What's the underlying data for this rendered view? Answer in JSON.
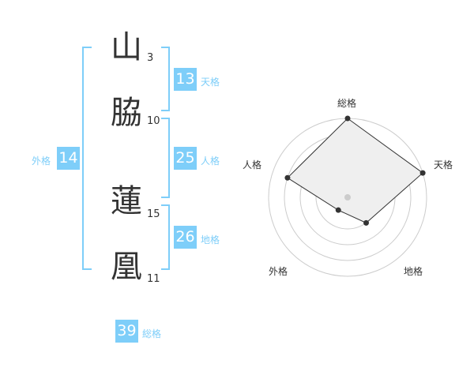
{
  "name_chars": [
    {
      "char": "山",
      "strokes": "3"
    },
    {
      "char": "脇",
      "strokes": "10"
    },
    {
      "char": "蓮",
      "strokes": "15"
    },
    {
      "char": "凰",
      "strokes": "11"
    }
  ],
  "fortunes": {
    "tenkaku": {
      "label": "天格",
      "value": "13"
    },
    "jinkaku": {
      "label": "人格",
      "value": "25"
    },
    "chikaku": {
      "label": "地格",
      "value": "26"
    },
    "gaikaku": {
      "label": "外格",
      "value": "14"
    },
    "soukaku": {
      "label": "総格",
      "value": "39"
    }
  },
  "colors": {
    "accent": "#7ecef9"
  },
  "chart_data": {
    "type": "radar",
    "axes": [
      "総格",
      "天格",
      "地格",
      "外格",
      "人格"
    ],
    "values": [
      5,
      5,
      2,
      1,
      4
    ],
    "range": [
      0,
      5
    ],
    "rings": 5
  }
}
